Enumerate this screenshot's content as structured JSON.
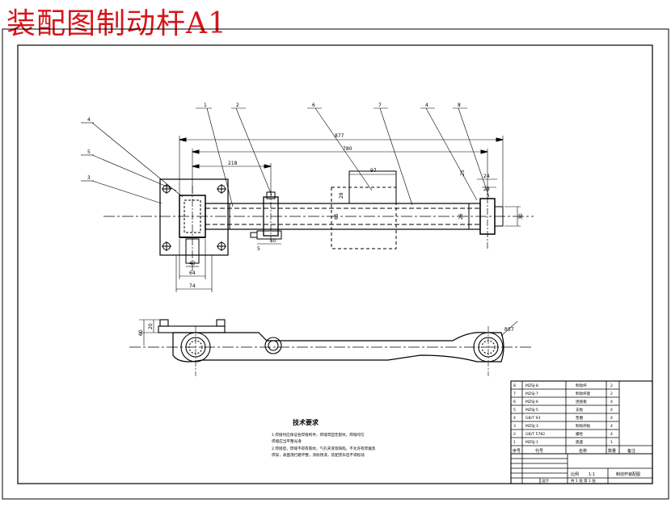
{
  "title": "装配图制动杆A1",
  "colors": {
    "title": "#d6161c",
    "line": "#000000"
  },
  "dimensions": {
    "overall_length": "877",
    "length_780": "780",
    "dim_218": "218",
    "dim_97": "97",
    "dim_28": "28",
    "dim_28b": "28",
    "dim_24": "24",
    "dim_25": "25",
    "dim_30": "30",
    "dim_65": "65",
    "dim_26": "26",
    "dim_40": "40",
    "dim_64": "64",
    "dim_74": "74",
    "dim_20": "20",
    "dim_60": "60",
    "dim_r": "R57",
    "dim_5": "5",
    "dim_50": "50",
    "dim_o65": "ø65"
  },
  "balloons": [
    "4",
    "5",
    "3",
    "1",
    "2",
    "6",
    "7",
    "4",
    "8"
  ],
  "notes": {
    "heading": "技术要求",
    "line1": "1.焊接时应保证各焊接构件，焊缝牢固无裂纹，焊缝均匀",
    "line2": "焊缝应当平整光滑",
    "line3": "2.焊接后，焊缝不得有裂纹，气孔夹渣等缺陷，不允许有焊瘤及",
    "line4": "焊穿，表面须打磨平整，涂防锈漆，装配完毕后不得松动"
  },
  "bom_rows": [
    {
      "no": "8",
      "code": "MZSJ-8",
      "name": "制动杆",
      "qty": "2"
    },
    {
      "no": "7",
      "code": "MZSJ-7",
      "name": "制动杆套",
      "qty": "2"
    },
    {
      "no": "6",
      "code": "MZSJ-6",
      "name": "连接板",
      "qty": "4"
    },
    {
      "no": "5",
      "code": "MZSJ-5",
      "name": "支板",
      "qty": "4"
    },
    {
      "no": "4",
      "code": "GB/T 93",
      "name": "垫圈",
      "qty": "4"
    },
    {
      "no": "3",
      "code": "MZSJ-3",
      "name": "制动杆板",
      "qty": "4"
    },
    {
      "no": "2",
      "code": "GB/T 5782",
      "name": "螺栓",
      "qty": "4"
    },
    {
      "no": "1",
      "code": "MZSJ-1",
      "name": "底座",
      "qty": "1"
    }
  ],
  "bom_header": {
    "no": "序号",
    "code": "代号",
    "name": "名称",
    "qty": "数量",
    "note": "备注"
  },
  "title_block": {
    "drawing_name": "制动杆装配图",
    "scale_label": "比例",
    "scale_value": "1:1",
    "sheet": "共 1 张 第 1 张",
    "designer": "设计"
  }
}
